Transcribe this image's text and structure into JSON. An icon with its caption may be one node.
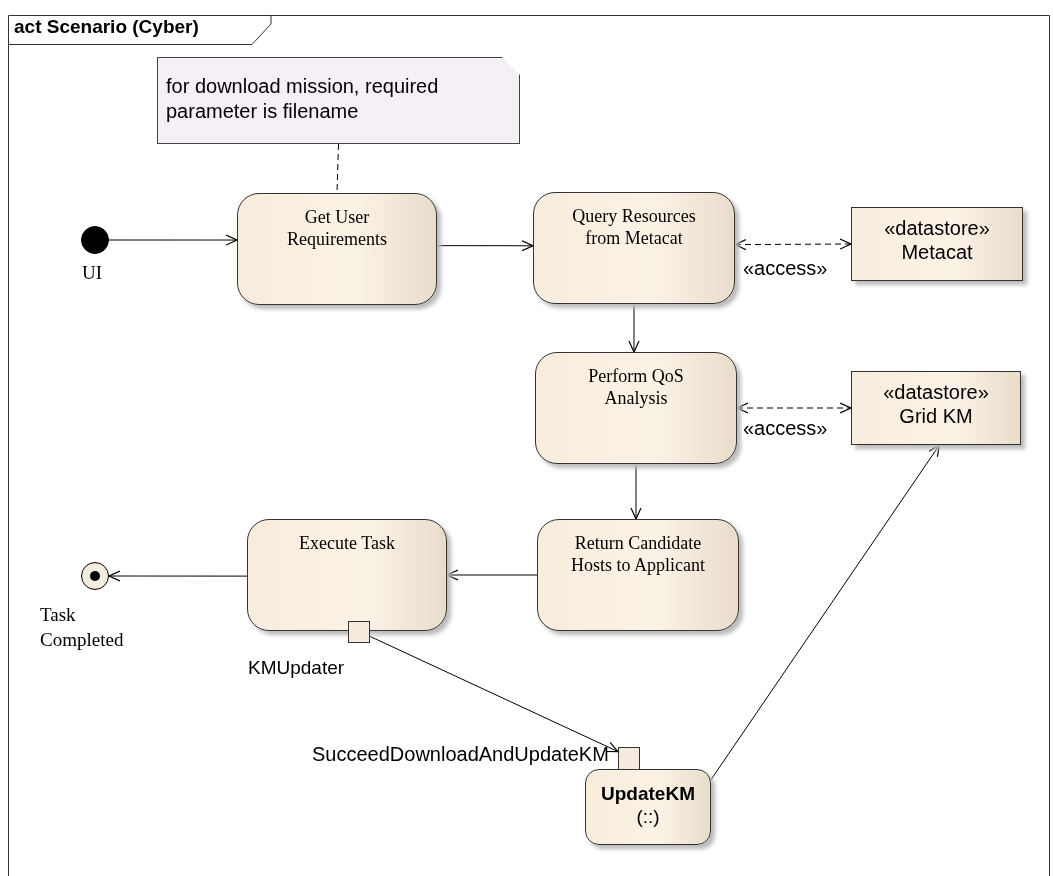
{
  "diagram": {
    "title": "act Scenario (Cyber)",
    "nodes": [
      {
        "text": [
          "for download mission, required parameter is filename"
        ]
      },
      {
        "text": [],
        "shape": "circle",
        "beside": [
          "UI"
        ]
      },
      {
        "text": [
          "Get User Requirements"
        ]
      },
      {
        "text": [
          "Query Resources from Metacat"
        ]
      },
      {
        "text": [
          "«datastore»",
          "Metacat"
        ]
      },
      {
        "text": [
          "Perform QoS Analysis"
        ]
      },
      {
        "text": [
          "«datastore»",
          "Grid KM"
        ]
      },
      {
        "text": [
          "Execute Task"
        ]
      },
      {
        "text": [
          "Return Candidate Hosts to Applicant"
        ]
      },
      {
        "text": [],
        "shape": "circle",
        "beside": [
          "Task Completed"
        ]
      },
      {
        "text": [],
        "shape": "box",
        "beside": [
          "KMUpdater"
        ]
      },
      {
        "text": [],
        "shape": "box",
        "beside": [
          "SucceedDownloadAndUpdateKM"
        ]
      },
      {
        "text": [
          "UpdateKM",
          "(::)"
        ]
      }
    ],
    "edges": [
      {
        "from": 0,
        "to": 2,
        "arrow": "none",
        "style": "dashed"
      },
      {
        "from": 1,
        "to": 2,
        "arrow": "to"
      },
      {
        "from": 2,
        "to": 3,
        "arrow": "to"
      },
      {
        "from": 3,
        "to": 4,
        "arrow": "both",
        "style": "dashed",
        "label": "«access»"
      },
      {
        "from": 3,
        "to": 5,
        "arrow": "to"
      },
      {
        "from": 5,
        "to": 6,
        "arrow": "both",
        "style": "dashed",
        "label": "«access»"
      },
      {
        "from": 5,
        "to": 8,
        "arrow": "to"
      },
      {
        "from": 8,
        "to": 7,
        "arrow": "to"
      },
      {
        "from": 7,
        "to": 9,
        "arrow": "to"
      },
      {
        "from": 10,
        "to": 11,
        "arrow": "to"
      },
      {
        "from": 12,
        "to": 6,
        "arrow": "to"
      }
    ]
  }
}
